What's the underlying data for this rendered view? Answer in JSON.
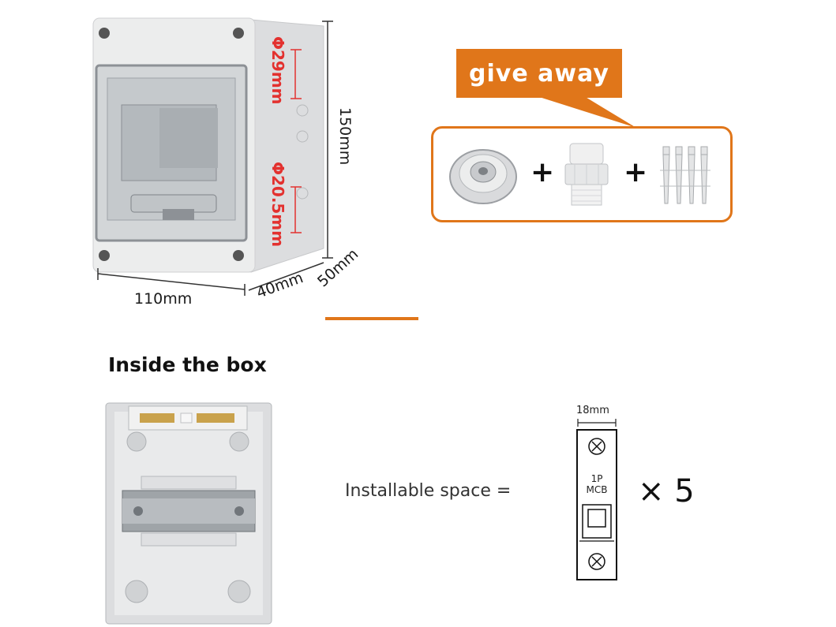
{
  "enclosure": {
    "width_label": "110mm",
    "depth_label_a": "40mm",
    "depth_label_b": "50mm",
    "height_label": "150mm",
    "hole_large_label": "Φ29mm",
    "hole_small_label": "Φ20.5mm"
  },
  "give_away": {
    "label": "give away",
    "separator": "+",
    "items": [
      "rubber-grommet",
      "cable-gland",
      "wall-anchors"
    ]
  },
  "inside": {
    "title": "Inside the box"
  },
  "installable": {
    "text": "Installable space =",
    "mcb_width": "18mm",
    "mcb_line1": "1P",
    "mcb_line2": "MCB",
    "multiplier": "× 5"
  },
  "colors": {
    "accent": "#e0761a",
    "dimension_red": "#e3312f",
    "box_grey": "#e9eaeb"
  }
}
